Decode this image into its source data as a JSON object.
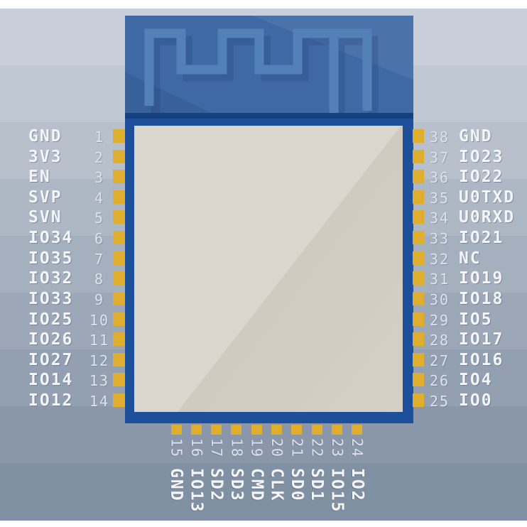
{
  "diagram": {
    "kind": "module-pinout",
    "pin_count_total": 38
  },
  "colors": {
    "background_top": "#c9cfd8",
    "background_bottom": "#8191a4",
    "margin_strip": "#ffffff",
    "antenna_zone_blue": "#3e69a4",
    "antenna_trace_blue": "#5281b7",
    "module_body_blue": "#1d4f9a",
    "module_body_dark_edge": "#153f80",
    "substrate_beige": "#d8d3ca",
    "pad_gold": "#e0ae2e",
    "pin_name_text": "#f4f5f8",
    "pin_number_text": "#dde3eb"
  },
  "pins": {
    "left": [
      {
        "num": "1",
        "name": "GND"
      },
      {
        "num": "2",
        "name": "3V3"
      },
      {
        "num": "3",
        "name": "EN"
      },
      {
        "num": "4",
        "name": "SVP"
      },
      {
        "num": "5",
        "name": "SVN"
      },
      {
        "num": "6",
        "name": "IO34"
      },
      {
        "num": "7",
        "name": "IO35"
      },
      {
        "num": "8",
        "name": "IO32"
      },
      {
        "num": "9",
        "name": "IO33"
      },
      {
        "num": "10",
        "name": "IO25"
      },
      {
        "num": "11",
        "name": "IO26"
      },
      {
        "num": "12",
        "name": "IO27"
      },
      {
        "num": "13",
        "name": "IO14"
      },
      {
        "num": "14",
        "name": "IO12"
      }
    ],
    "right": [
      {
        "num": "38",
        "name": "GND"
      },
      {
        "num": "37",
        "name": "IO23"
      },
      {
        "num": "36",
        "name": "IO22"
      },
      {
        "num": "35",
        "name": "U0TXD"
      },
      {
        "num": "34",
        "name": "U0RXD"
      },
      {
        "num": "33",
        "name": "IO21"
      },
      {
        "num": "32",
        "name": "NC"
      },
      {
        "num": "31",
        "name": "IO19"
      },
      {
        "num": "30",
        "name": "IO18"
      },
      {
        "num": "29",
        "name": "IO5"
      },
      {
        "num": "28",
        "name": "IO17"
      },
      {
        "num": "27",
        "name": "IO16"
      },
      {
        "num": "26",
        "name": "IO4"
      },
      {
        "num": "25",
        "name": "IO0"
      }
    ],
    "bottom": [
      {
        "num": "15",
        "name": "GND"
      },
      {
        "num": "16",
        "name": "IO13"
      },
      {
        "num": "17",
        "name": "SD2"
      },
      {
        "num": "18",
        "name": "SD3"
      },
      {
        "num": "19",
        "name": "CMD"
      },
      {
        "num": "20",
        "name": "CLK"
      },
      {
        "num": "21",
        "name": "SD0"
      },
      {
        "num": "22",
        "name": "SD1"
      },
      {
        "num": "23",
        "name": "IO15"
      },
      {
        "num": "24",
        "name": "IO2"
      }
    ]
  }
}
